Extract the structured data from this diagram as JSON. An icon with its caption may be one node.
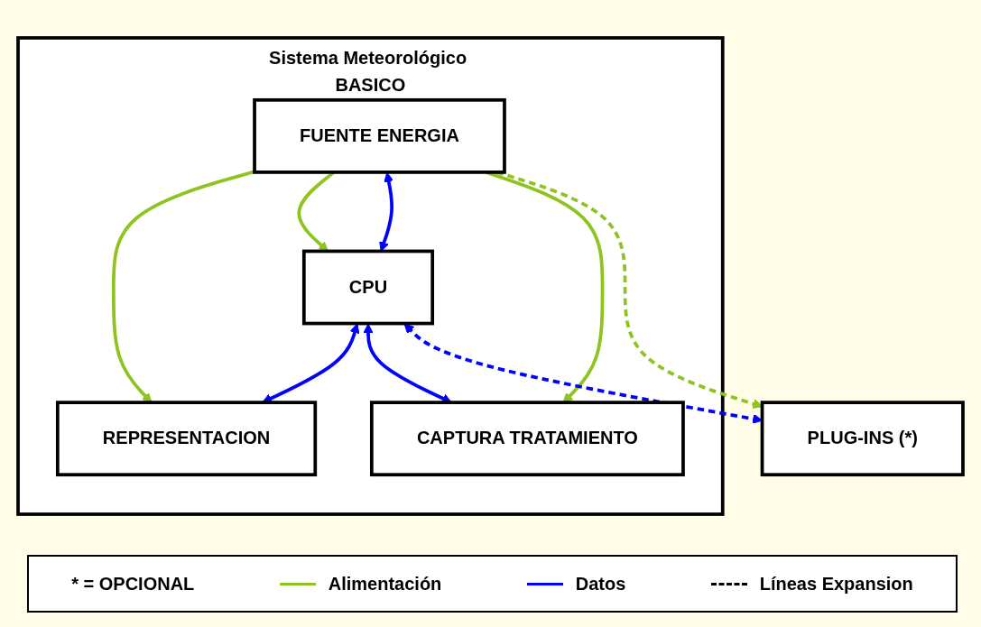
{
  "diagram": {
    "nodes": [
      {
        "text": [
          "Sistema Meteorológico BASICO"
        ]
      },
      {
        "text": [
          "FUENTE ENERGIA"
        ],
        "in": 0
      },
      {
        "text": [
          "CPU"
        ],
        "in": 0
      },
      {
        "text": [
          "REPRESENTACION"
        ],
        "in": 0
      },
      {
        "text": [
          "CAPTURA TRATAMIENTO"
        ],
        "in": 0
      },
      {
        "text": [
          "PLUG-INS (*)"
        ]
      }
    ],
    "edges": [
      {
        "from": 1,
        "to": 3,
        "arrow": "to",
        "color": "#8fc31f"
      },
      {
        "from": 1,
        "to": 2,
        "arrow": "to",
        "color": "#8fc31f"
      },
      {
        "from": 1,
        "to": 2,
        "arrow": "both",
        "color": "#0000ff"
      },
      {
        "from": 2,
        "to": 3,
        "arrow": "both",
        "color": "#0000ff"
      },
      {
        "from": 2,
        "to": 4,
        "arrow": "both",
        "color": "#0000ff"
      },
      {
        "from": 1,
        "to": 4,
        "arrow": "to",
        "color": "#8fc31f"
      },
      {
        "from": 1,
        "to": 5,
        "arrow": "to",
        "style": "dashed",
        "color": "#8fc31f"
      },
      {
        "from": 2,
        "to": 5,
        "arrow": "both",
        "style": "dashed",
        "color": "#0000ff"
      }
    ],
    "labels": [
      "* = OPCIONAL"
    ],
    "legend": [
      {
        "text": "Alimentación"
      },
      {
        "text": "Datos"
      },
      {
        "text": "Líneas Expansion"
      }
    ]
  }
}
